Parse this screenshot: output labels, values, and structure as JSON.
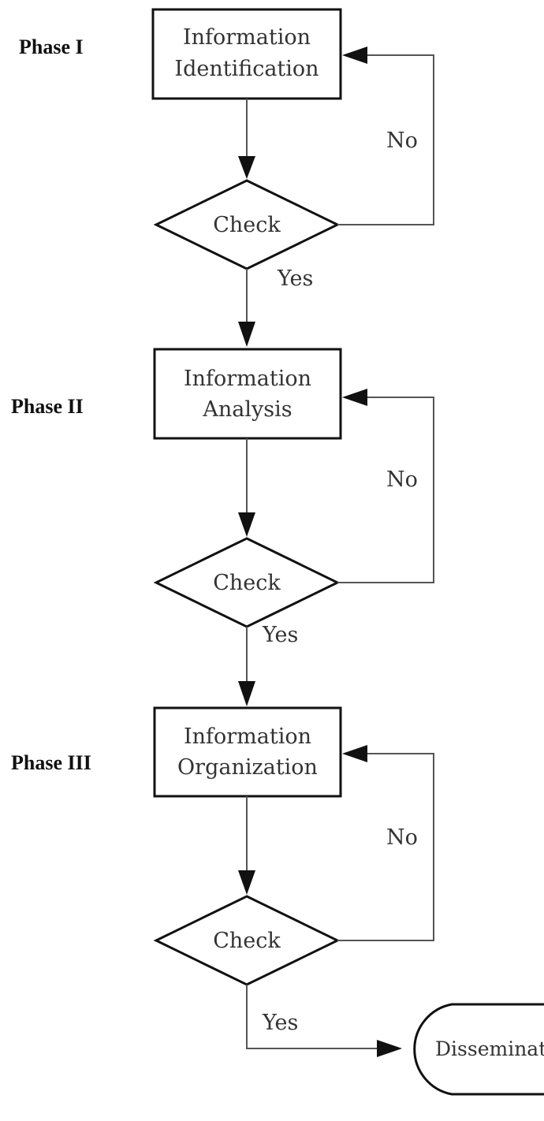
{
  "phases": [
    {
      "label": "Phase I",
      "process_line1": "Information",
      "process_line2": "Identification",
      "decision": "Check",
      "no_label": "No",
      "yes_label": "Yes"
    },
    {
      "label": "Phase II",
      "process_line1": "Information",
      "process_line2": "Analysis",
      "decision": "Check",
      "no_label": "No",
      "yes_label": "Yes"
    },
    {
      "label": "Phase III",
      "process_line1": "Information",
      "process_line2": "Organization",
      "decision": "Check",
      "no_label": "No",
      "yes_label": "Yes"
    }
  ],
  "terminal": {
    "label": "Disseminat"
  }
}
